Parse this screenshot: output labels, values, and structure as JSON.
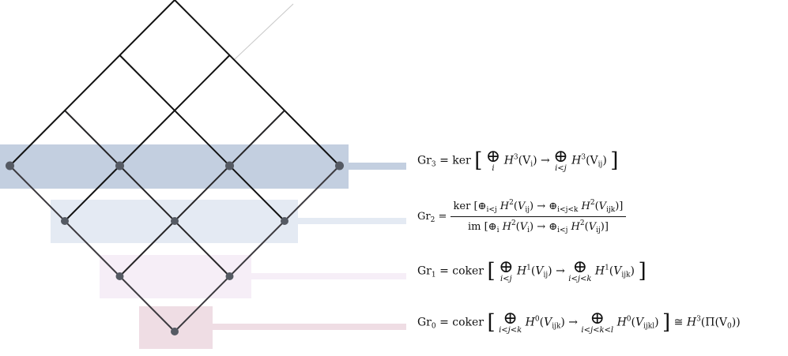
{
  "colors": {
    "band_gr3": "#c3cfe0",
    "band_gr2": "#e4eaf3",
    "band_gr1": "#f6eef7",
    "band_gr0": "#efdde4",
    "lattice_top": "#111111",
    "lattice_bottom": "#5e5a63",
    "node": "#555a63"
  },
  "labels": {
    "gr3": {
      "lhs": "Gr",
      "lhs_sub": "3",
      "eq": "= ker",
      "op1_under": "i",
      "term1": "H",
      "term1_sup": "3",
      "term1_arg": "(V",
      "term1_arg_sub": "i",
      "arrow": "→",
      "op2_under": "i<j",
      "term2": "H",
      "term2_sup": "3",
      "term2_arg": "(V",
      "term2_arg_sub": "ij"
    },
    "gr2": {
      "lhs": "Gr",
      "lhs_sub": "2",
      "num_prefix": "ker",
      "num_op1_sub": "i<j",
      "num_t1_sup": "2",
      "num_t1_sub": "ij",
      "num_op2_sub": "i<j<k",
      "num_t2_sup": "2",
      "num_t2_sub": "ijk",
      "den_prefix": "im",
      "den_op1_sub": "i",
      "den_t1_sup": "2",
      "den_t1_sub": "i",
      "den_op2_sub": "i<j",
      "den_t2_sup": "2",
      "den_t2_sub": "ij"
    },
    "gr1": {
      "lhs": "Gr",
      "lhs_sub": "1",
      "eq": "= coker",
      "op1_under": "i<j",
      "term1_sup": "1",
      "term1_arg_sub": "ij",
      "op2_under": "i<j<k",
      "term2_sup": "1",
      "term2_arg_sub": "ijk"
    },
    "gr0": {
      "lhs": "Gr",
      "lhs_sub": "0",
      "eq": "= coker",
      "op1_under": "i<j<k",
      "term1_sup": "0",
      "term1_arg_sub": "ijk",
      "op2_under": "i<j<k<l",
      "term2_sup": "0",
      "term2_arg_sub": "ijkl",
      "iso": "≅",
      "rhs": "H",
      "rhs_sup": "3",
      "rhs_arg": "(Π(V",
      "rhs_arg_sub": "0",
      "rhs_close": "))"
    }
  }
}
